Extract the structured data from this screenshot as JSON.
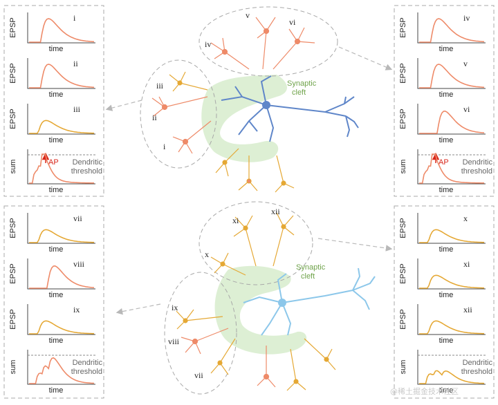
{
  "colors": {
    "orange": "#ee8a68",
    "yellow": "#e5a834",
    "blue_dark": "#5f86c9",
    "blue_light": "#8cc7ea",
    "cleft": "#d7eccd",
    "dash": "#a8a8a8",
    "ap": "#d8261a"
  },
  "cleft_label": "Synaptic\ncleft",
  "threshold_label": "Dendritic\nthreshold",
  "ap_label": "AP",
  "axis": {
    "x": "time",
    "y_epsp": "EPSP",
    "y_sum": "sum"
  },
  "watermark": "@稀土掘金技术社区",
  "panels": {
    "top_left": [
      {
        "kind": "epsp",
        "label": "i",
        "shape": "big",
        "color": "orange"
      },
      {
        "kind": "epsp",
        "label": "ii",
        "shape": "big",
        "color": "orange"
      },
      {
        "kind": "epsp",
        "label": "iii",
        "shape": "small",
        "color": "yellow"
      },
      {
        "kind": "sum",
        "label": "",
        "shape": "sum_ap",
        "color": "orange",
        "ap": true
      }
    ],
    "top_right": [
      {
        "kind": "epsp",
        "label": "iv",
        "shape": "big",
        "color": "orange"
      },
      {
        "kind": "epsp",
        "label": "v",
        "shape": "big",
        "color": "orange"
      },
      {
        "kind": "epsp",
        "label": "vi",
        "shape": "big_late",
        "color": "orange"
      },
      {
        "kind": "sum",
        "label": "",
        "shape": "sum_ap",
        "color": "orange",
        "ap": true
      }
    ],
    "bottom_left": [
      {
        "kind": "epsp",
        "label": "vii",
        "shape": "small",
        "color": "yellow"
      },
      {
        "kind": "epsp",
        "label": "viii",
        "shape": "big_late",
        "color": "orange"
      },
      {
        "kind": "epsp",
        "label": "ix",
        "shape": "small",
        "color": "yellow"
      },
      {
        "kind": "sum",
        "label": "",
        "shape": "sum_mixed",
        "color": "orange",
        "ap": false
      }
    ],
    "bottom_right": [
      {
        "kind": "epsp",
        "label": "x",
        "shape": "small",
        "color": "yellow"
      },
      {
        "kind": "epsp",
        "label": "xi",
        "shape": "small",
        "color": "yellow"
      },
      {
        "kind": "epsp",
        "label": "xii",
        "shape": "small",
        "color": "yellow"
      },
      {
        "kind": "sum",
        "label": "",
        "shape": "sum_low",
        "color": "yellow",
        "ap": false
      }
    ]
  },
  "group_labels": {
    "top_a": [
      "i",
      "ii",
      "iii"
    ],
    "top_b": [
      "iv",
      "v",
      "vi"
    ],
    "bottom_a": [
      "vii",
      "viii",
      "ix"
    ],
    "bottom_b": [
      "x",
      "xi",
      "xii"
    ]
  }
}
